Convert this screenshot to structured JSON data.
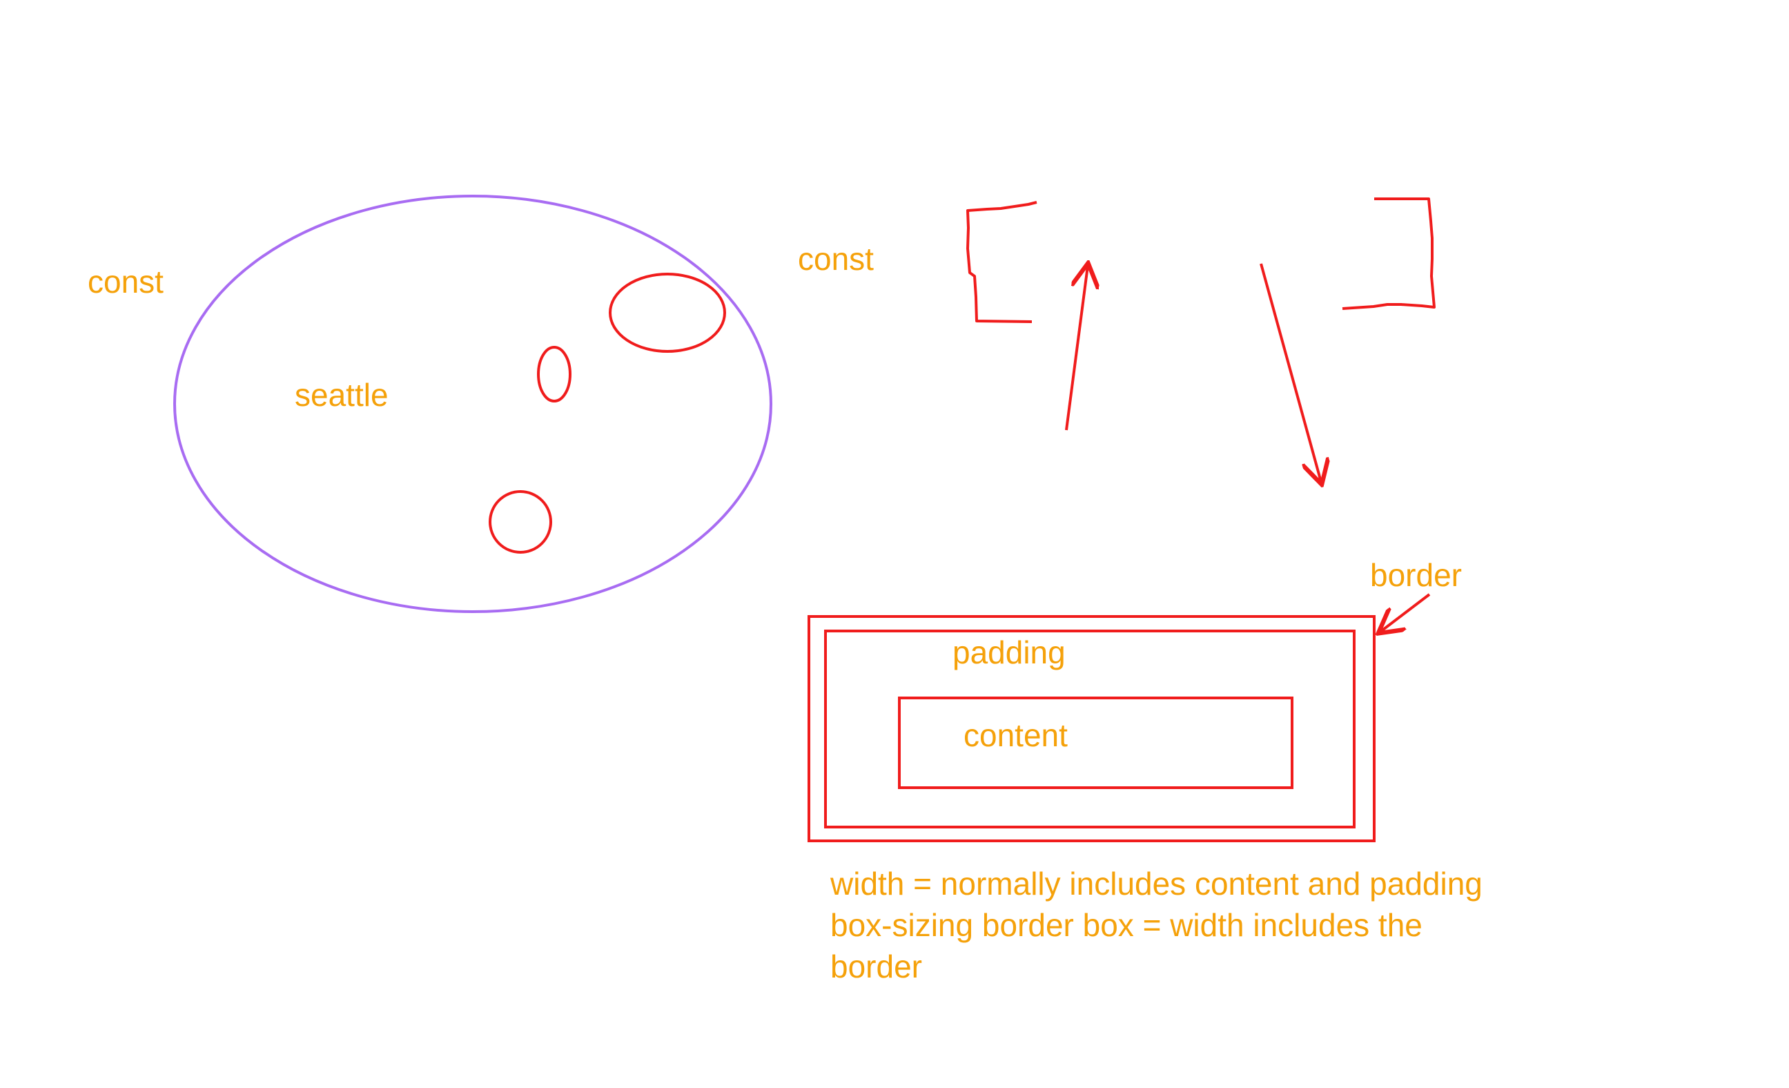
{
  "colors": {
    "text": "#f5a10a",
    "stroke": "#f01c1c",
    "ellipse": "#a86cf2",
    "background": "#ffffff"
  },
  "labels": {
    "const_left": "const",
    "seattle": "seattle",
    "const_right": "const",
    "border": "border",
    "padding": "padding",
    "content": "content"
  },
  "notes": {
    "line1": "width = normally includes content and padding",
    "line2": "box-sizing border box = width includes the",
    "line3": "border"
  }
}
